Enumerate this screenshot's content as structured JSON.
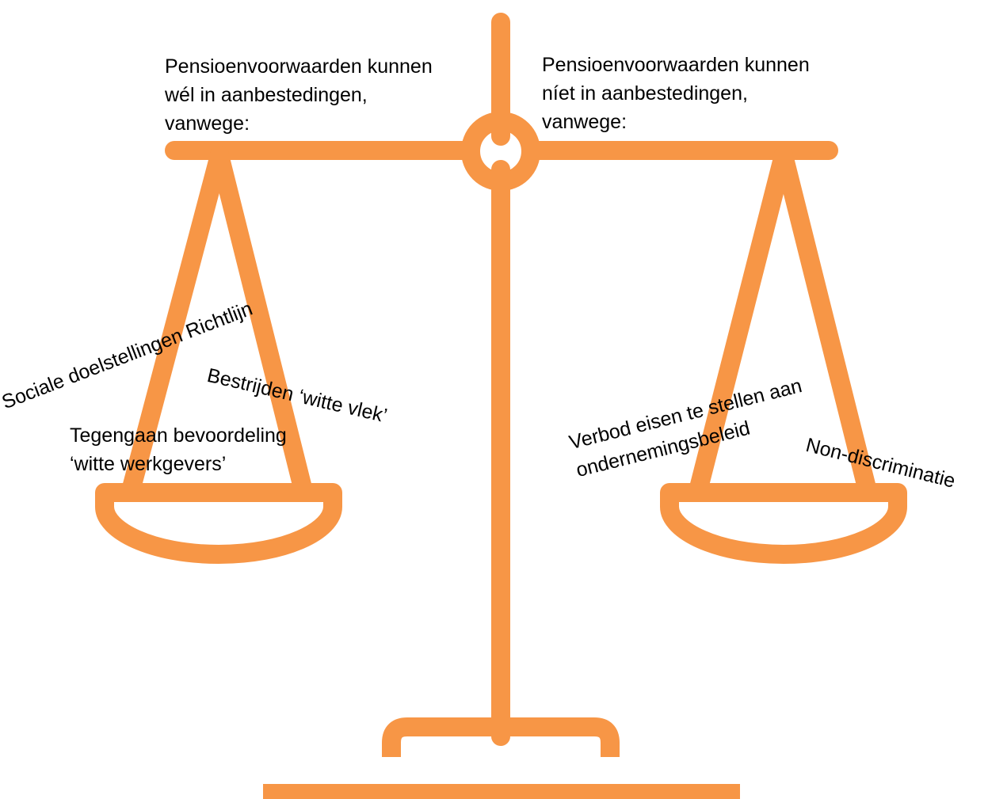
{
  "colors": {
    "scale": "#F79646",
    "text": "#000000",
    "background": "#ffffff"
  },
  "headings": {
    "left": [
      "Pensioenvoorwaarden kunnen",
      "wél in aanbestedingen,",
      "vanwege:"
    ],
    "right": [
      "Pensioenvoorwaarden kunnen",
      "níet in aanbestedingen,",
      "vanwege:"
    ]
  },
  "left_pan": {
    "arguments": [
      "Sociale doelstellingen Richtlijn",
      "Bestrijden ‘witte vlek’",
      [
        "Tegengaan bevoordeling",
        "‘witte werkgevers’"
      ]
    ]
  },
  "right_pan": {
    "arguments": [
      [
        "Verbod eisen te stellen aan",
        "ondernemingsbeleid"
      ],
      "Non-discriminatie"
    ]
  }
}
